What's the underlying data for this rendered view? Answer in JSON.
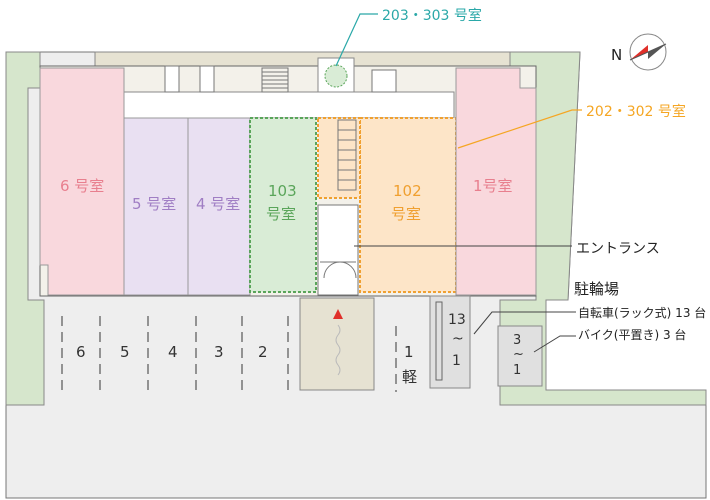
{
  "callouts": {
    "top": "203・303 号室",
    "right": "202・302 号室"
  },
  "compass": {
    "letter": "N"
  },
  "rooms": [
    {
      "name": "6 号室",
      "color": "#e87f8e"
    },
    {
      "name": "5 号室",
      "color": "#a07ec4"
    },
    {
      "name": "4 号室",
      "color": "#a07ec4"
    },
    {
      "line1": "103",
      "line2": "号室",
      "color": "#5aa55a"
    },
    {
      "line1": "102",
      "line2": "号室",
      "color": "#f0a030"
    },
    {
      "name": "1号室",
      "color": "#e87f8e"
    }
  ],
  "labels": {
    "entrance": "エントランス",
    "bike_parking": "駐輪場",
    "bicycle": "自転車(ラック式) 13 台",
    "motorbike": "バイク(平置き) 3 台"
  },
  "parking": {
    "spaces": [
      "6",
      "5",
      "4",
      "3",
      "2",
      "1"
    ],
    "kei": "軽",
    "bike_top": "13",
    "bike_tilde": "~",
    "bike_bottom": "1",
    "moto_top": "3",
    "moto_tilde": "~",
    "moto_bottom": "1"
  },
  "colors": {
    "pink": "#f9d8dd",
    "purple": "#e9e0f2",
    "green": "#d9ecd6",
    "orange": "#fde5c8",
    "teal": "#2aa8a8",
    "callout_orange": "#f5a623"
  }
}
